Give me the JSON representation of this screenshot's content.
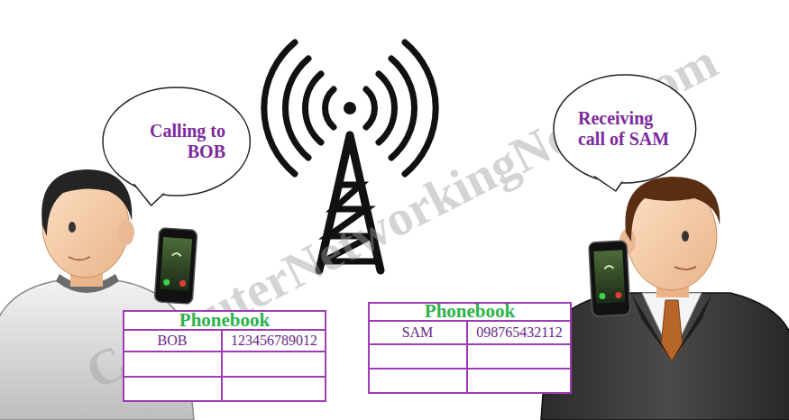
{
  "diagram": {
    "nodes": [
      {
        "text": [
          "Calling to BOB"
        ]
      },
      {
        "text": [
          "Receiving call of SAM"
        ]
      },
      {
        "text": [
          "Phonebook"
        ]
      },
      {
        "text": [
          "Phonebook"
        ]
      }
    ],
    "labels": [
      "BOB",
      "123456789012",
      "SAM",
      "098765432112",
      "ComputerNetworkingNotes.com"
    ]
  }
}
